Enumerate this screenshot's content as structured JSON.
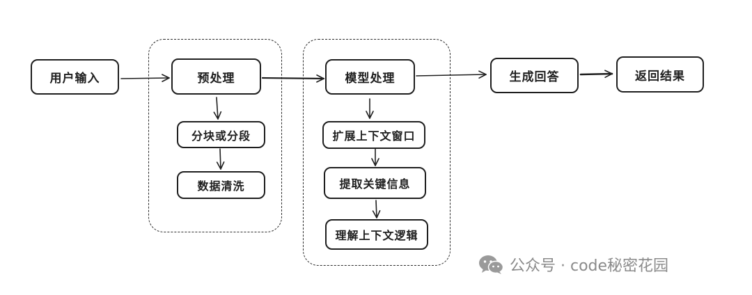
{
  "nodes": {
    "user_input": "用户输入",
    "preprocess": "预处理",
    "chunking": "分块或分段",
    "data_cleaning": "数据清洗",
    "model_processing": "模型处理",
    "extend_context": "扩展上下文窗口",
    "extract_info": "提取关键信息",
    "understand_logic": "理解上下文逻辑",
    "generate_answer": "生成回答",
    "return_result": "返回结果"
  },
  "watermark": {
    "text": "公众号 · code秘密花园",
    "icon": "wechat-icon"
  },
  "colors": {
    "stroke": "#1e1e1e",
    "background": "#ffffff",
    "watermark": "#8a8a8a"
  }
}
